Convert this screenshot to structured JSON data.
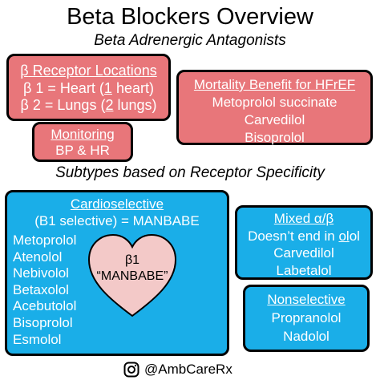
{
  "header": {
    "title": "Beta Blockers Overview",
    "subtitle": "Beta Adrenergic Antagonists"
  },
  "receptor": {
    "beta": "β",
    "heading": " Receptor Locations",
    "line1_pre": "β 1 = Heart (",
    "line1_num": "1",
    "line1_post": " heart)",
    "line2_pre": "β 2 = Lungs (",
    "line2_num": "2",
    "line2_post": " lungs)"
  },
  "mortality": {
    "heading": "Mortality Benefit for HFrEF",
    "items": [
      "Metoprolol succinate",
      "Carvedilol",
      "Bisoprolol"
    ]
  },
  "monitoring": {
    "heading": "Monitoring",
    "value": "BP & HR"
  },
  "section_title": "Subtypes based on Receptor Specificity",
  "cardioselective": {
    "heading": "Cardioselective",
    "subheading": "(B1 selective) = MANBABE",
    "items": [
      "Metoprolol",
      "Atenolol",
      "Nebivolol",
      "Betaxolol",
      "Acebutolol",
      "Bisoprolol",
      "Esmolol"
    ]
  },
  "heart": {
    "line1": "β1",
    "line2": "“MANBABE”"
  },
  "mixed": {
    "heading": "Mixed α/β",
    "line1_pre": "Doesn’t end in ",
    "line1_ol": "ol",
    "line1_post": "ol",
    "items": [
      "Carvedilol",
      "Labetalol"
    ]
  },
  "nonselective": {
    "heading": "Nonselective",
    "items": [
      "Propranolol",
      "Nadolol"
    ]
  },
  "footer": {
    "handle": "@AmbCareRx",
    "icon": "instagram-icon"
  },
  "colors": {
    "pink_box": "#E8767A",
    "blue_box": "#1AAEE8",
    "heart_fill": "#F3C9C8"
  }
}
